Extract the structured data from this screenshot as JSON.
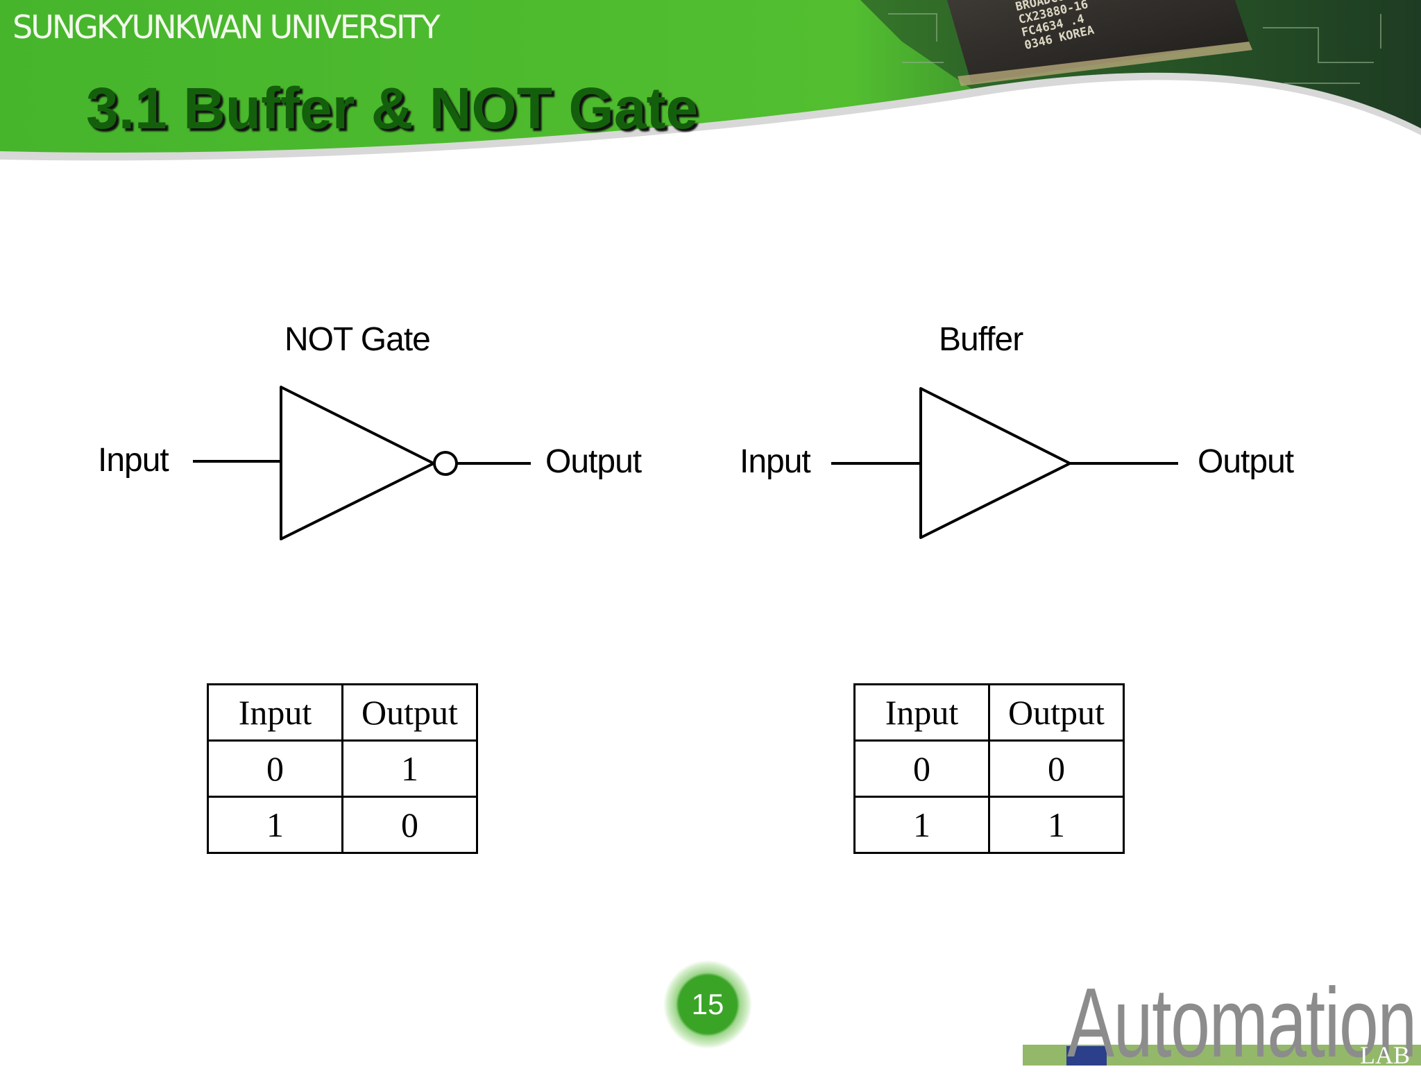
{
  "header": {
    "university": "SUNGKYUNKWAN UNIVERSITY",
    "title": "3.1 Buffer & NOT Gate",
    "chip_lines": [
      "BROADCOM",
      "CX23880-16",
      "FC4634 .4",
      "0346 KOREA"
    ]
  },
  "not_gate": {
    "title": "NOT Gate",
    "input_label": "Input",
    "output_label": "Output",
    "table": {
      "headers": [
        "Input",
        "Output"
      ],
      "rows": [
        [
          "0",
          "1"
        ],
        [
          "1",
          "0"
        ]
      ]
    }
  },
  "buffer": {
    "title": "Buffer",
    "input_label": "Input",
    "output_label": "Output",
    "table": {
      "headers": [
        "Input",
        "Output"
      ],
      "rows": [
        [
          "0",
          "0"
        ],
        [
          "1",
          "1"
        ]
      ]
    }
  },
  "footer": {
    "page_number": "15",
    "logo_text": "Automation",
    "logo_sub": "LAB"
  },
  "colors": {
    "header_green": "#3fae2a",
    "title_green": "#145f0c",
    "logo_green": "#93b86a",
    "logo_blue": "#2b3f8a"
  }
}
